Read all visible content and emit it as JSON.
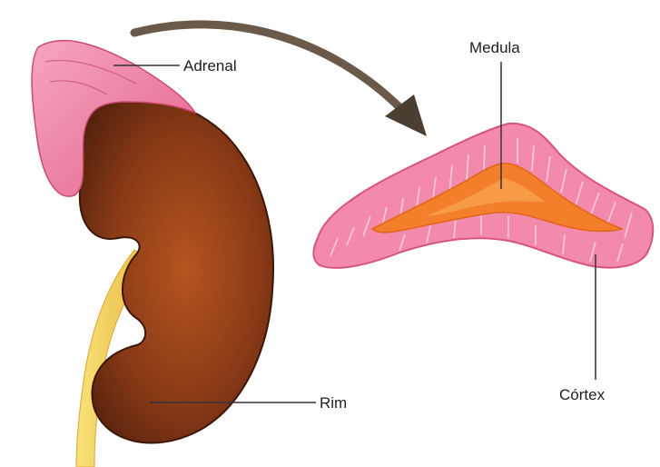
{
  "labels": {
    "adrenal": "Adrenal",
    "rim": "Rim",
    "medula": "Medula",
    "cortex": "Córtex"
  },
  "colors": {
    "kidney": "#7a3414",
    "adrenal_pink": "#ef7fa1",
    "cortex_pink": "#f38aac",
    "medulla_orange": "#f47f2a",
    "ureter_yellow": "#f3d25a",
    "arrow": "#6b5a4a",
    "leader_line": "#333333"
  }
}
